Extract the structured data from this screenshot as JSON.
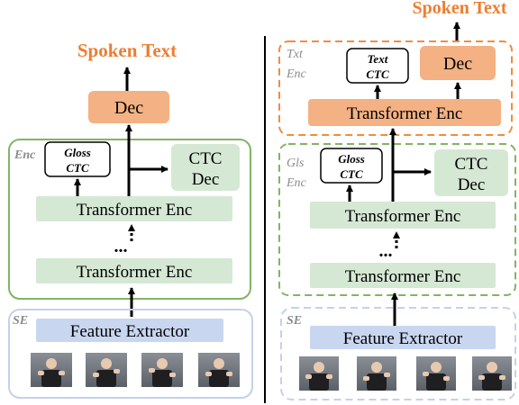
{
  "left": {
    "title": "Spoken Text",
    "dec": "Dec",
    "enc_label": "Enc",
    "gloss_ctc": [
      "Gloss",
      "CTC"
    ],
    "ctc_dec": [
      "CTC",
      "Dec"
    ],
    "transformer_enc_top": "Transformer Enc",
    "ellipsis": "...",
    "transformer_enc_bottom": "Transformer Enc",
    "se_label": "SE",
    "feature_extractor": "Feature Extractor"
  },
  "right": {
    "title": "Spoken Text",
    "txt_enc_label": [
      "Txt",
      "Enc"
    ],
    "text_ctc": [
      "Text",
      "CTC"
    ],
    "dec": "Dec",
    "transformer_enc_txt": "Transformer Enc",
    "gls_enc_label": [
      "Gls",
      "Enc"
    ],
    "gloss_ctc": [
      "Gloss",
      "CTC"
    ],
    "ctc_dec": [
      "CTC",
      "Dec"
    ],
    "transformer_enc_top": "Transformer Enc",
    "ellipsis": "...",
    "transformer_enc_bottom": "Transformer Enc",
    "se_label": "SE",
    "feature_extractor": "Feature Extractor"
  },
  "colors": {
    "orange_text": "#ED7D31",
    "orange_fill": "#F4B183",
    "orange_border": "#F08C40",
    "green_fill": "#D5E8D4",
    "green_border": "#82B366",
    "blue_fill": "#C9D6F0",
    "blue_border": "#C5D1EA",
    "label_gray": "#8C8C8C"
  }
}
